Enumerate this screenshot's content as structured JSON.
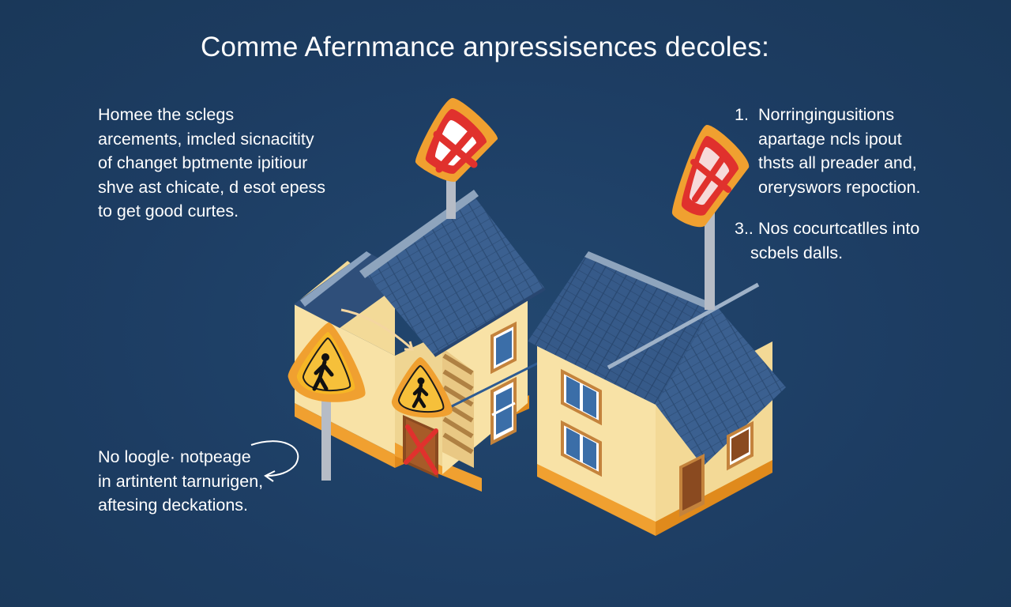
{
  "title": "Comme Afernmance anpressisences decoles:",
  "left_text": {
    "lines": [
      "Homee the sclegs",
      "arcements, imcled sicnacitity",
      "of changet bptmente ipitiour",
      "shve ast chicate, d esot epess",
      "to get good curtes."
    ]
  },
  "right_list": {
    "items": [
      {
        "number": "1.",
        "lines": [
          "Norringingusitions",
          "apartage ncls ipout",
          "thsts all preader and,",
          "oreryswors repoction."
        ]
      },
      {
        "number": "3..",
        "lines": [
          "Nos cocurtcatlles into",
          "scbels dalls."
        ]
      }
    ]
  },
  "bottom_text": {
    "lines": [
      "No loogle· notpeage",
      "in artintent tarnurigen,",
      "aftesing deckations."
    ]
  },
  "colors": {
    "background": "#1e3f66",
    "wall": "#f7e0a0",
    "roof": "#3a5e8c",
    "accent_orange": "#f0a030",
    "sign_red": "#e0312d",
    "warning_yellow": "#f6b626"
  },
  "icons": [
    "no-entry-sign-icon",
    "pedestrian-warning-sign-icon",
    "curved-arrow-icon",
    "house-icon"
  ]
}
